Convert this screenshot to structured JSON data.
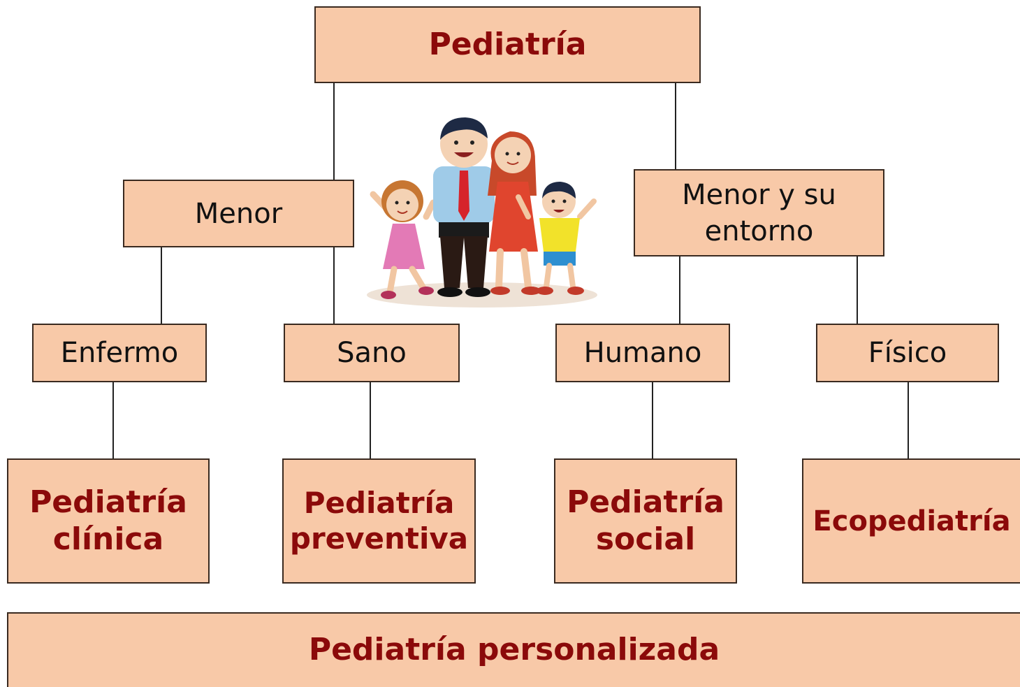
{
  "diagram": {
    "root": "Pediatría",
    "level1": {
      "left": "Menor",
      "right": "Menor y su entorno"
    },
    "level2": [
      "Enfermo",
      "Sano",
      "Humano",
      "Físico"
    ],
    "level3": [
      "Pediatría clínica",
      "Pediatría preventiva",
      "Pediatría social",
      "Ecopediatría"
    ],
    "footer": "Pediatría personalizada"
  },
  "illustration": {
    "icon": "family-icon"
  },
  "colors": {
    "box_fill": "#f8c9a8",
    "box_border": "#3a2a20",
    "accent_text": "#8b0a0a"
  }
}
